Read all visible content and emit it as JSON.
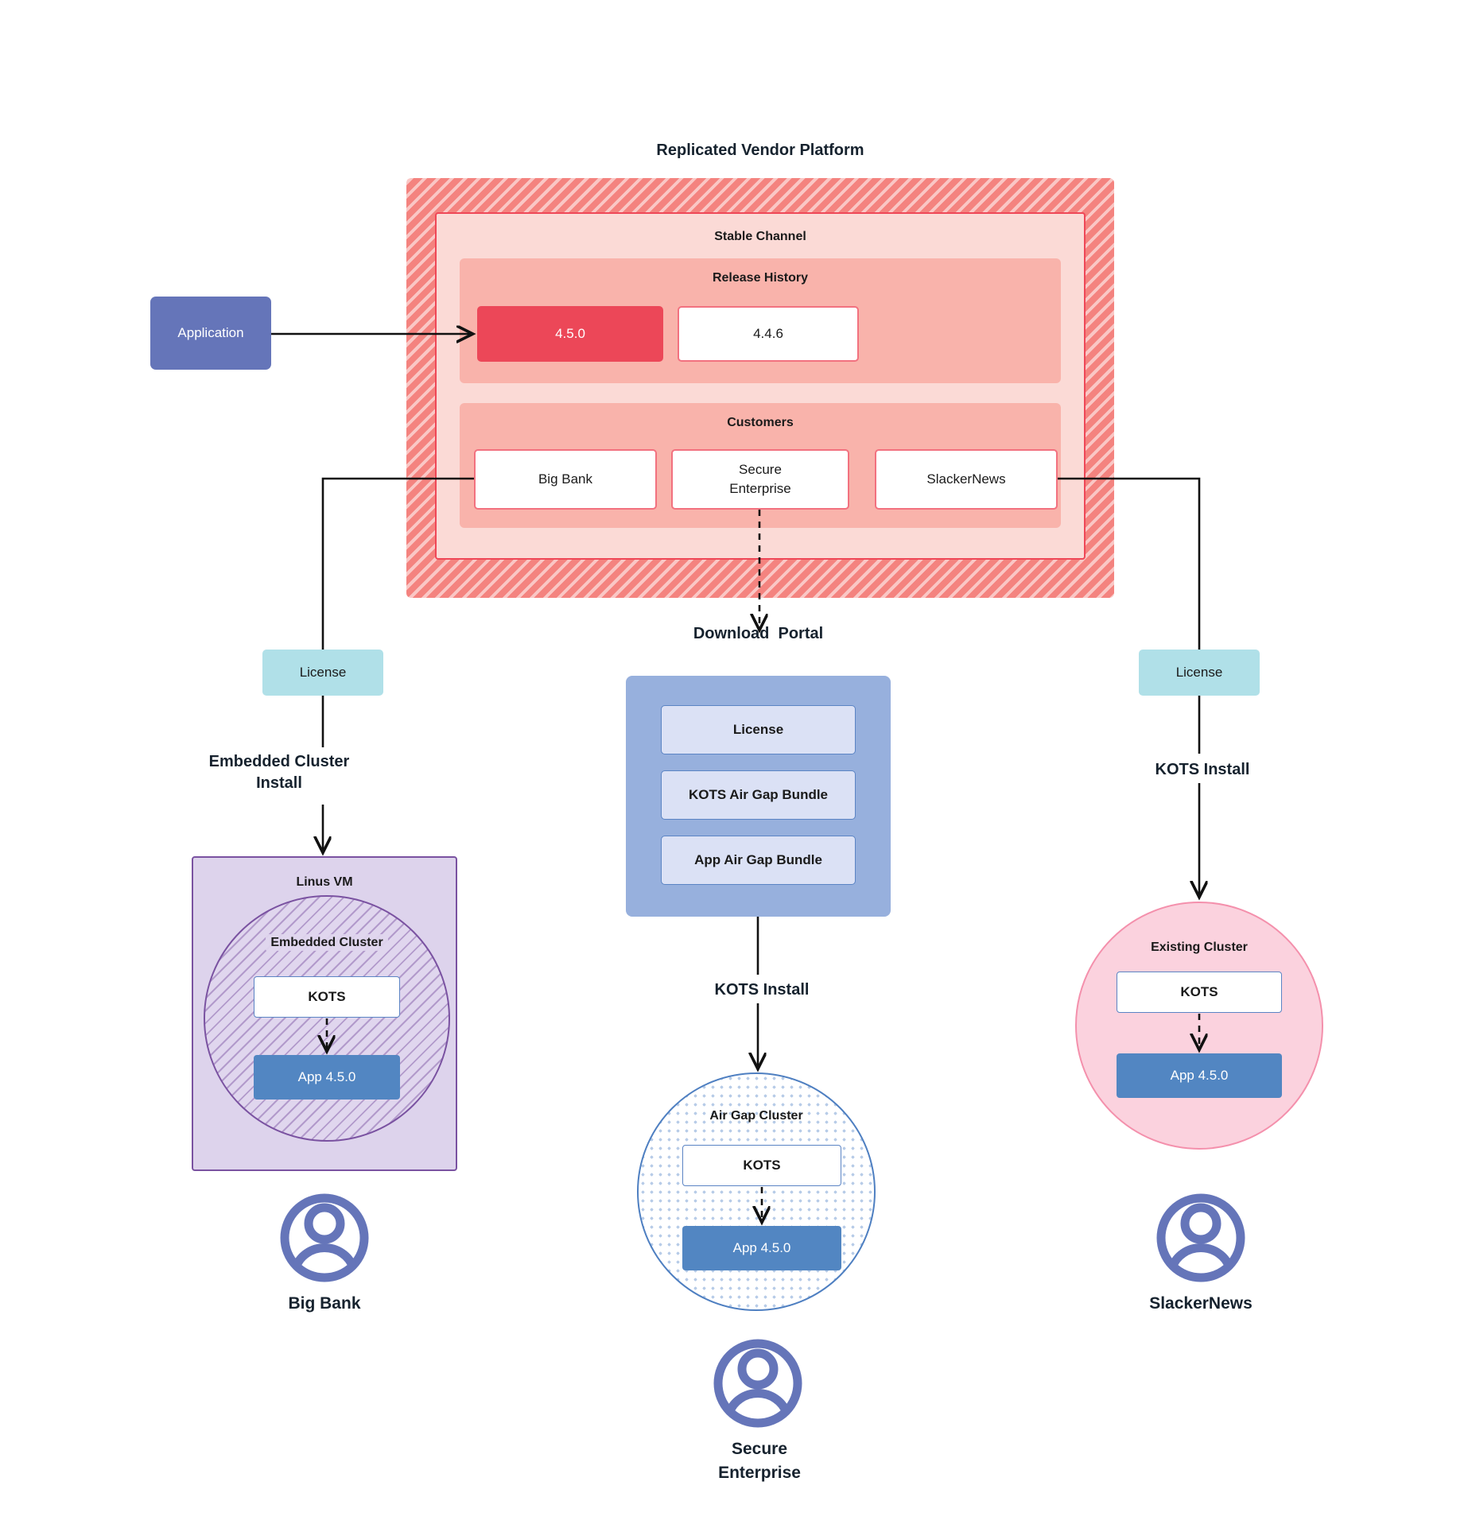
{
  "diagram": {
    "title": "Replicated Vendor Platform",
    "application": {
      "label": "Application"
    },
    "channel": {
      "title": "Stable Channel",
      "release_history": {
        "title": "Release History",
        "releases": [
          {
            "version": "4.5.0",
            "state": "current"
          },
          {
            "version": "4.4.6",
            "state": "previous"
          }
        ]
      },
      "customers": {
        "title": "Customers",
        "items": [
          {
            "name": "Big Bank"
          },
          {
            "name": "Secure\nEnterprise"
          },
          {
            "name": "SlackerNews"
          }
        ]
      }
    },
    "license_left": {
      "label": "License"
    },
    "license_right": {
      "label": "License"
    },
    "download_portal": {
      "title": "Download  Portal",
      "items": [
        {
          "label": "License"
        },
        {
          "label": "KOTS Air Gap Bundle"
        },
        {
          "label": "App Air Gap Bundle"
        }
      ]
    },
    "install_paths": {
      "left": "Embedded Cluster\nInstall",
      "middle": "KOTS Install",
      "right": "KOTS Install"
    },
    "left_stack": {
      "vm_title": "Linus VM",
      "cluster_title": "Embedded Cluster",
      "kots": "KOTS",
      "app": "App 4.5.0",
      "customer": "Big Bank"
    },
    "middle_stack": {
      "cluster_title": "Air Gap Cluster",
      "kots": "KOTS",
      "app": "App 4.5.0",
      "customer": "Secure\nEnterprise"
    },
    "right_stack": {
      "cluster_title": "Existing Cluster",
      "kots": "KOTS",
      "app": "App 4.5.0",
      "customer": "SlackerNews"
    },
    "colors": {
      "platform_hatch": "#f4837f",
      "channel_bg": "#fbdad6",
      "panel_bg": "#f9b3ab",
      "release_current": "#ec4758",
      "release_border": "#f2717f",
      "application": "#6575b9",
      "license": "#b0e0e8",
      "portal_bg": "#97b0dd",
      "portal_item": "#dbe1f5",
      "vm_bg": "#ddd3ec",
      "vm_border": "#7a52a1",
      "existing_bg": "#fbd2de",
      "existing_border": "#f490ac",
      "airgap_border": "#4e7fc1",
      "app_chip": "#5286c2",
      "person": "#6575b9"
    }
  }
}
